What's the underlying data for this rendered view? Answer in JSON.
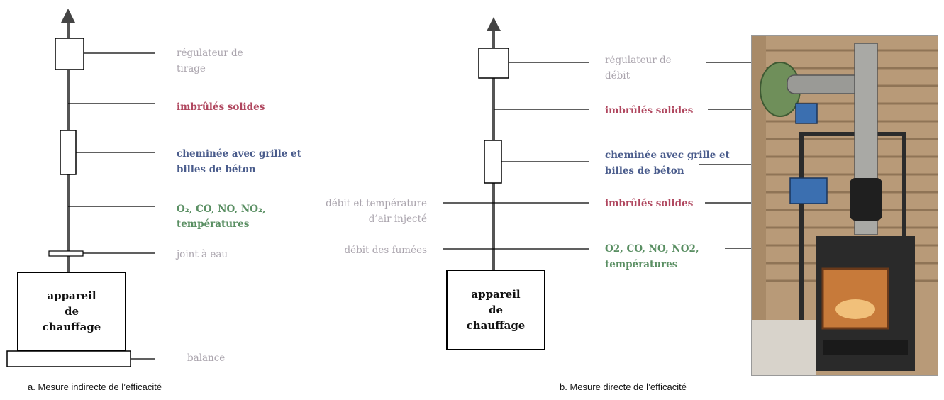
{
  "left_diagram": {
    "labels": {
      "regulateur": "régulateur de\ntirage",
      "imbrules": "imbrûlés solides",
      "cheminee": "cheminée avec grille et\nbilles de béton",
      "gaz": "O₂, CO, NO, NO₂,",
      "temperatures": "températures",
      "joint": "joint à eau",
      "balance": "balance"
    },
    "appliance": "appareil\nde\nchauffage",
    "caption": "a. Mesure indirecte de l’efficacité"
  },
  "right_diagram": {
    "labels": {
      "regulateur": "régulateur de\ndébit",
      "imbrules_top": "imbrûlés solides",
      "cheminee": "cheminée avec grille et\nbilles de béton",
      "debit_air": "débit et température\nd’air injecté",
      "imbrules_mid": "imbrûlés solides",
      "debit_fumees": "débit des fumées",
      "gaz": "O2, CO, NO, NO2,\ntempératures"
    },
    "appliance": "appareil\nde\nchauffage",
    "caption": "b. Mesure directe de l’efficacité"
  },
  "colors": {
    "label_grey": "#aaa4ad",
    "label_red": "#b0475f",
    "label_blue": "#4a5c8c",
    "label_green": "#5a8f63"
  }
}
